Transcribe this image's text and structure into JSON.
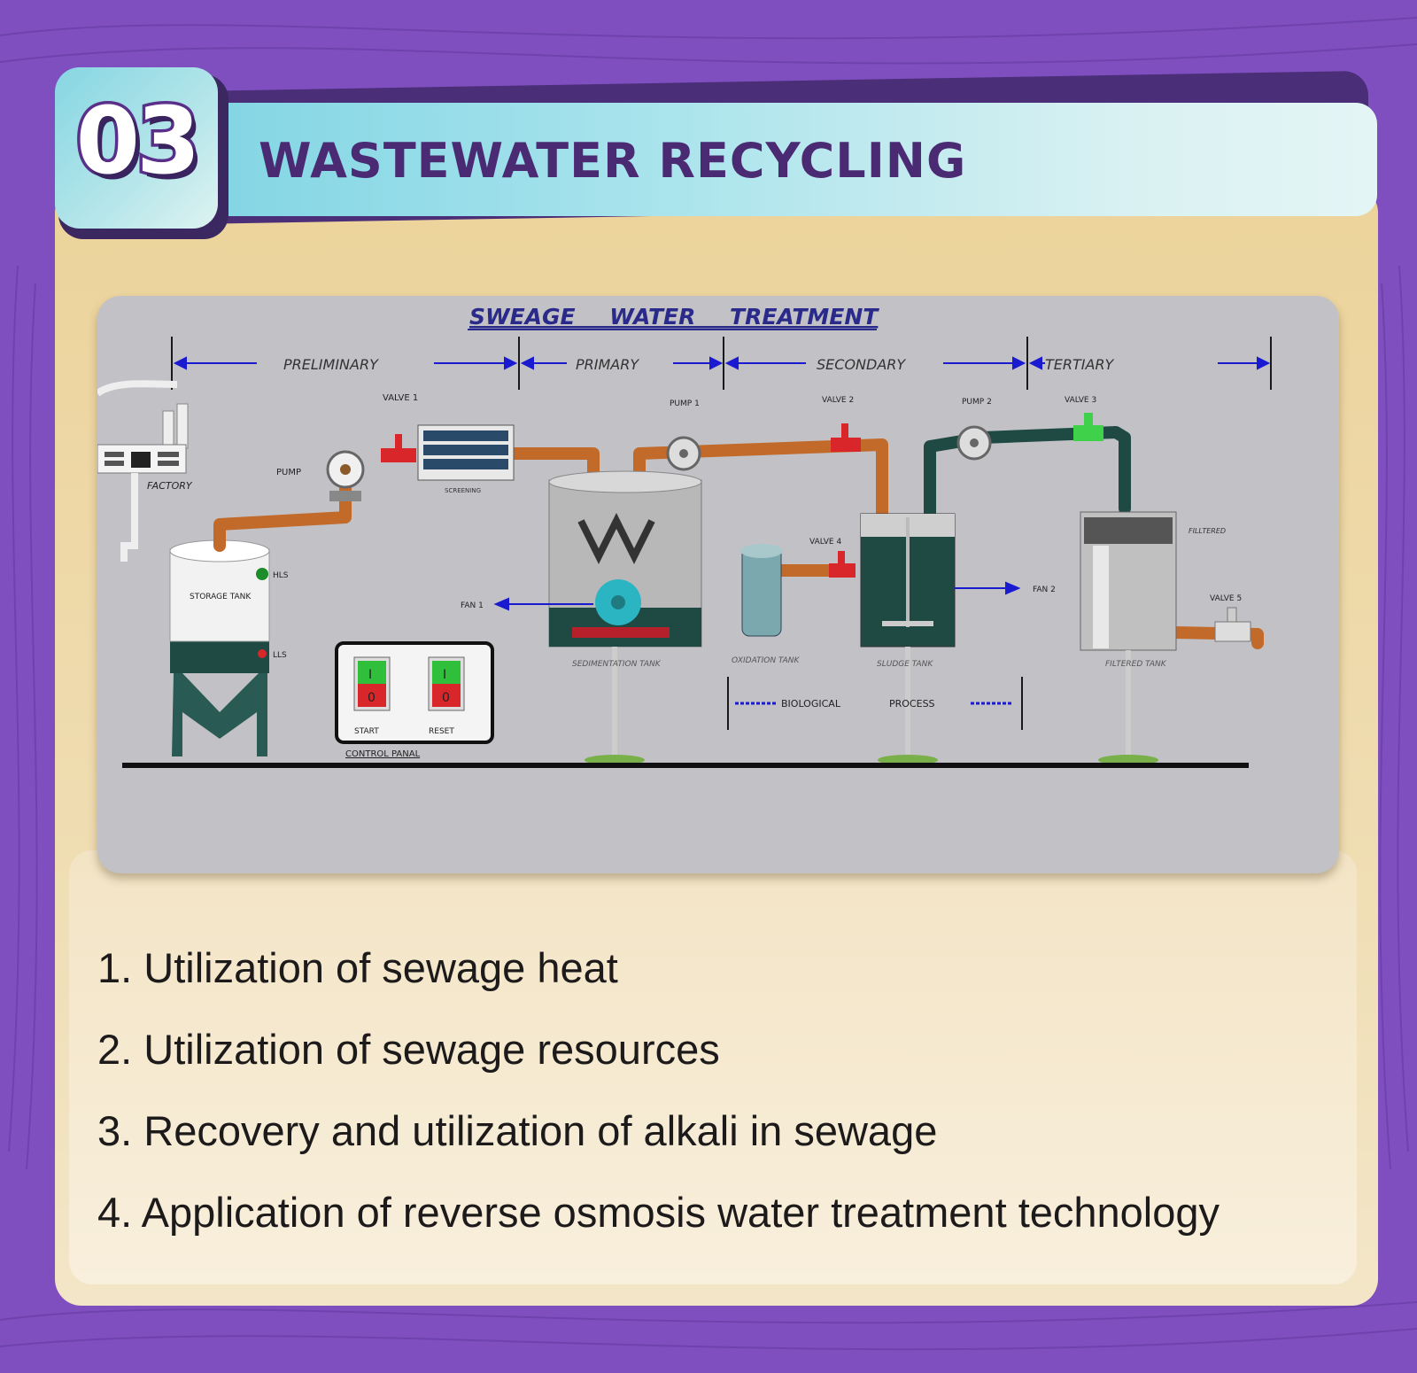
{
  "header": {
    "number": "03",
    "title": "WASTEWATER RECYCLING"
  },
  "diagram": {
    "title": "SWEAGE WATER TREATMENT",
    "stages": [
      "PRELIMINARY",
      "PRIMARY",
      "SECONDARY",
      "TERTIARY"
    ],
    "labels": {
      "valve1": "VALVE 1",
      "pump": "PUMP",
      "pump1": "PUMP 1",
      "valve2": "VALVE 2",
      "pump2": "PUMP 2",
      "valve3": "VALVE 3",
      "valve4": "VALVE 4",
      "valve5": "VALVE 5",
      "factory": "FACTORY",
      "storage_tank": "STORAGE TANK",
      "hls": "HLS",
      "lls": "LLS",
      "screening": "SCREENING",
      "fan1": "FAN 1",
      "fan2": "FAN 2",
      "sedimentation_tank": "SEDIMENTATION TANK",
      "oxidation_tank": "OXIDATION TANK",
      "sludge_tank": "SLUDGE TANK",
      "filtered_tank": "FILTERED TANK",
      "filtered": "FILLTERED",
      "biological": "BIOLOGICAL",
      "process": "PROCESS",
      "start": "START",
      "reset": "RESET",
      "control_panel": "CONTROL PANAL",
      "switch_on": "I",
      "switch_off": "0"
    }
  },
  "items": [
    "1. Utilization of sewage heat",
    "2. Utilization of sewage resources",
    "3. Recovery and utilization of alkali in sewage",
    "4. Application of reverse osmosis water treatment technology"
  ],
  "colors": {
    "background": "#7f4fc0",
    "card": "#ecd39b",
    "header_band": "#7dd3e3",
    "title_text": "#4a2a72",
    "pipe_orange": "#c26a2a",
    "pipe_green": "#1f4a44",
    "valve_red": "#d8262a",
    "valve_green": "#3fd14a",
    "arrow_blue": "#1a1ad0"
  }
}
